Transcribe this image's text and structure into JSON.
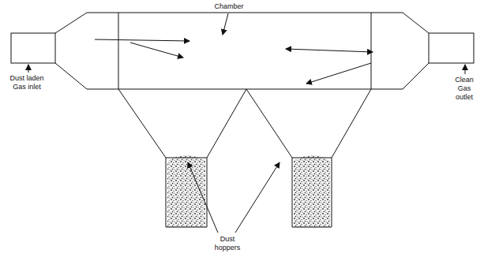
{
  "diagram": {
    "labels": [
      "Chamber",
      "Dust laden Gas inlet",
      "Clean Gas outlet",
      "Dust hoppers"
    ]
  }
}
